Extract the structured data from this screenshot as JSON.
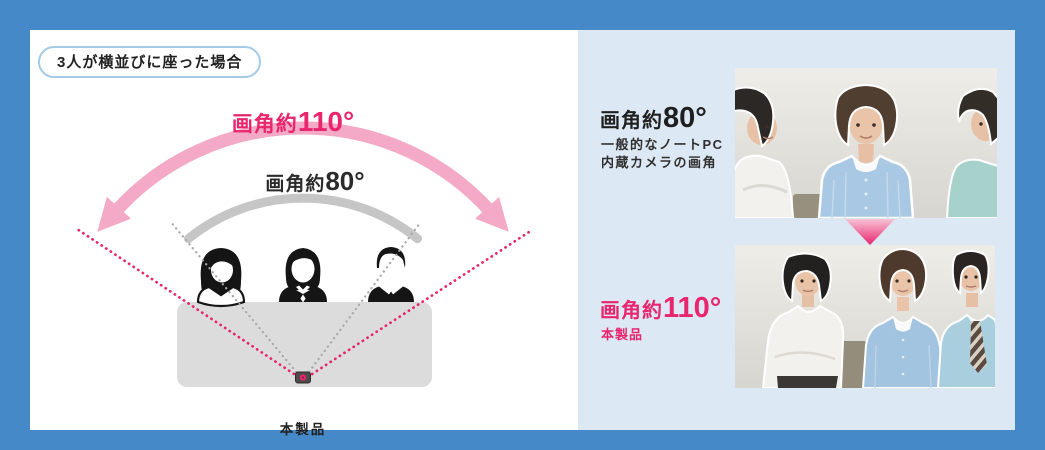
{
  "colors": {
    "frame_blue": "#4689c8",
    "panel_right_bg": "#dce8f3",
    "accent_pink": "#e8256d",
    "light_pink": "#f4aac6",
    "narrow_arc_gray": "#c6c6c6",
    "table_gray": "#dcdcdc",
    "badge_border_blue": "#a5cbe9"
  },
  "diagram": {
    "badge_label": "3人が横並びに座った場合",
    "wide_angle_label": {
      "prefix": "画角約",
      "value": "110°"
    },
    "narrow_angle_label": {
      "prefix": "画角約",
      "value": "80°"
    },
    "camera_label": "本製品"
  },
  "comparison": {
    "narrow": {
      "angle_prefix": "画角約",
      "angle_value": "80°",
      "description_line1": "一般的なノートPC",
      "description_line2": "内蔵カメラの画角"
    },
    "wide": {
      "angle_prefix": "画角約",
      "angle_value": "110°",
      "description": "本製品"
    }
  }
}
